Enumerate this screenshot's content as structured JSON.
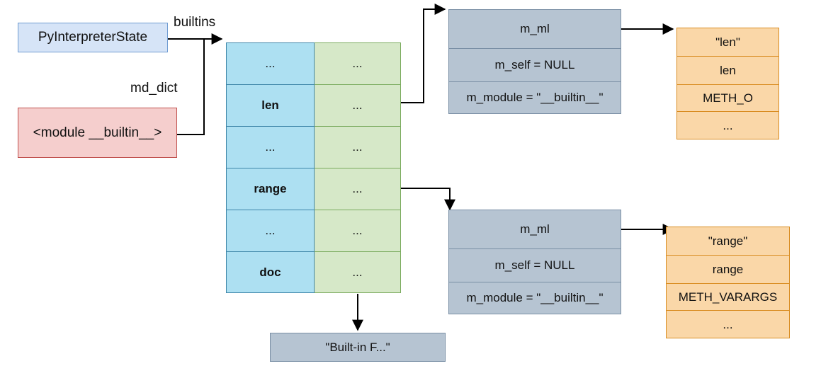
{
  "diagram": {
    "title": "CPython builtins dict object graph",
    "colors": {
      "blue_node_fill": "#d6e4f7",
      "blue_node_stroke": "#6f9bd1",
      "red_node_fill": "#f5cecd",
      "red_node_stroke": "#c0504d",
      "gray_node_fill": "#b6c4d2",
      "gray_node_stroke": "#7a8fa5",
      "orange_node_fill": "#fad7a8",
      "orange_node_stroke": "#d98c21",
      "dict_key_fill": "#ade0f2",
      "dict_key_stroke": "#3d85a8",
      "dict_value_fill": "#d6e8c8",
      "dict_value_stroke": "#7aab5e",
      "edge_stroke": "#000000"
    }
  },
  "nodes": {
    "interpreter_state": {
      "label": "PyInterpreterState"
    },
    "builtin_module": {
      "label": "<module __builtin__>"
    },
    "doc_string": {
      "label": "\"Built-in F...\""
    }
  },
  "edge_labels": {
    "builtins": "builtins",
    "md_dict": "md_dict"
  },
  "dict_table": {
    "rows": [
      {
        "key": "...",
        "value": "...",
        "key_bold": false
      },
      {
        "key": "len",
        "value": "...",
        "key_bold": true
      },
      {
        "key": "...",
        "value": "...",
        "key_bold": false
      },
      {
        "key": "range",
        "value": "...",
        "key_bold": true
      },
      {
        "key": "...",
        "value": "...",
        "key_bold": false
      },
      {
        "key": "doc",
        "value": "...",
        "key_bold": true
      }
    ]
  },
  "pycfunction_objects": [
    {
      "id": "len-cfunction",
      "rows": [
        "m_ml",
        "m_self = NULL",
        "m_module = \"__builtin__\""
      ]
    },
    {
      "id": "range-cfunction",
      "rows": [
        "m_ml",
        "m_self = NULL",
        "m_module = \"__builtin__\""
      ]
    }
  ],
  "methoddef_objects": [
    {
      "id": "len-methoddef",
      "rows": [
        "\"len\"",
        "len",
        "METH_O",
        "..."
      ]
    },
    {
      "id": "range-methoddef",
      "rows": [
        "\"range\"",
        "range",
        "METH_VARARGS",
        "..."
      ]
    }
  ]
}
